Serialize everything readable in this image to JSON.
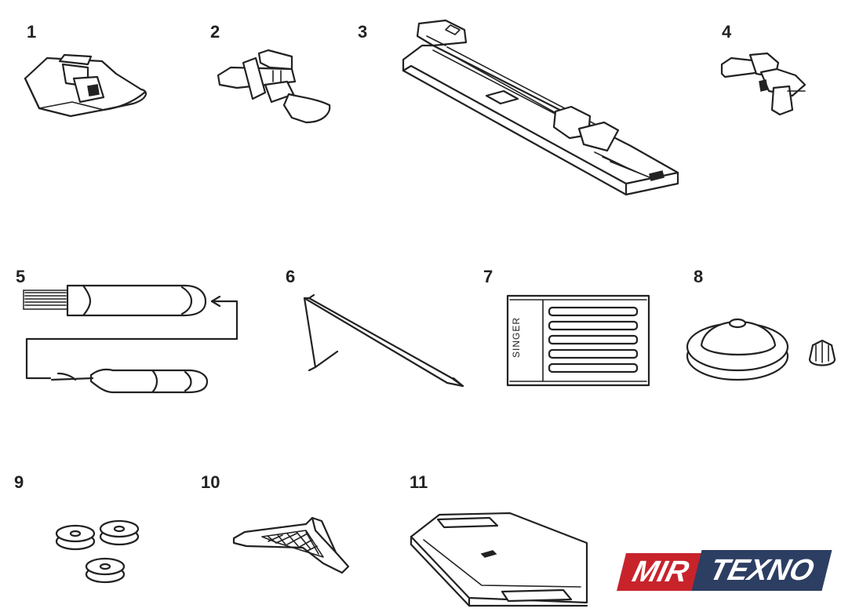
{
  "labels": {
    "n1": "1",
    "n2": "2",
    "n3": "3",
    "n4": "4",
    "n5": "5",
    "n6": "6",
    "n7": "7",
    "n8": "8",
    "n9": "9",
    "n10": "10",
    "n11": "11"
  },
  "needle_card": {
    "brand": "SINGER"
  },
  "watermark": {
    "part1": "MIR",
    "part2": "TEXNO",
    "color_red": "#c8232b",
    "color_navy": "#2d3e63"
  }
}
